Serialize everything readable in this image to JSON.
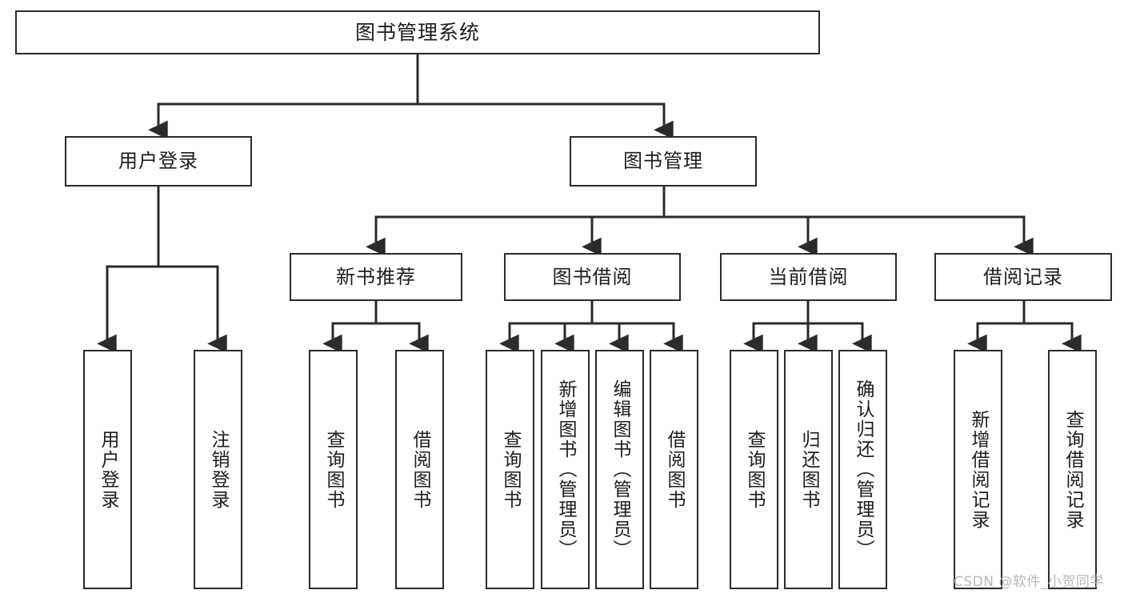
{
  "diagram": {
    "type": "tree-hierarchy",
    "title": "图书管理系统",
    "orientation": "top-down",
    "colors": {
      "node_border": "#2b2b2b",
      "node_fill": "#ffffff",
      "connector": "#2b2b2b",
      "text": "#1d1d1d",
      "watermark": "#b8b8b8",
      "background": "#ffffff"
    }
  },
  "root": {
    "id": "root",
    "label": "图书管理系统"
  },
  "level1": [
    {
      "id": "user-login",
      "label": "用户登录"
    },
    {
      "id": "book-management",
      "label": "图书管理"
    }
  ],
  "level2": [
    {
      "id": "new-book-recommend",
      "label": "新书推荐",
      "parent": "book-management"
    },
    {
      "id": "book-borrow",
      "label": "图书借阅",
      "parent": "book-management"
    },
    {
      "id": "current-borrow",
      "label": "当前借阅",
      "parent": "book-management"
    },
    {
      "id": "borrow-record",
      "label": "借阅记录",
      "parent": "book-management"
    }
  ],
  "leaves": {
    "user_login": [
      {
        "id": "leaf-user-login",
        "label": "用户登录"
      },
      {
        "id": "leaf-logout-login",
        "label": "注销登录"
      }
    ],
    "new_book_recommend": [
      {
        "id": "leaf-query-book-1",
        "label": "查询图书"
      },
      {
        "id": "leaf-borrow-book-1",
        "label": "借阅图书"
      }
    ],
    "book_borrow": [
      {
        "id": "leaf-query-book-2",
        "label": "查询图书"
      },
      {
        "id": "leaf-add-book",
        "label": "新增图书（管理员）"
      },
      {
        "id": "leaf-edit-book",
        "label": "编辑图书（管理员）"
      },
      {
        "id": "leaf-borrow-book-2",
        "label": "借阅图书"
      }
    ],
    "current_borrow": [
      {
        "id": "leaf-query-book-3",
        "label": "查询图书"
      },
      {
        "id": "leaf-return-book",
        "label": "归还图书"
      },
      {
        "id": "leaf-confirm-return",
        "label": "确认归还（管理员）"
      }
    ],
    "borrow_record": [
      {
        "id": "leaf-add-record",
        "label": "新增借阅记录"
      },
      {
        "id": "leaf-query-record",
        "label": "查询借阅记录"
      }
    ]
  },
  "watermark": {
    "text": "CSDN @软件_小贺同学"
  }
}
